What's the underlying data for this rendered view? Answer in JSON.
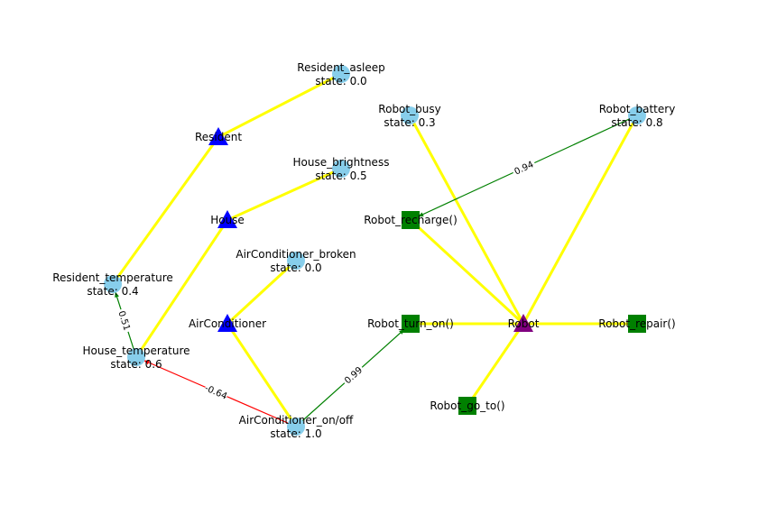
{
  "colors": {
    "state_node": "#87ceeb",
    "entity_node": "#0000ff",
    "robot_node": "#800080",
    "action_node": "#008000",
    "membership_edge": "#ffff00",
    "positive_edge": "#008000",
    "negative_edge": "#ff0000"
  },
  "nodes": [
    {
      "id": "resident_asleep",
      "kind": "state",
      "name": "Resident_asleep",
      "state": "state: 0.0"
    },
    {
      "id": "resident",
      "kind": "entity",
      "name": "Resident",
      "state": ""
    },
    {
      "id": "house_brightness",
      "kind": "state",
      "name": "House_brightness",
      "state": "state: 0.5"
    },
    {
      "id": "house",
      "kind": "entity",
      "name": "House",
      "state": ""
    },
    {
      "id": "ac_broken",
      "kind": "state",
      "name": "AirConditioner_broken",
      "state": "state: 0.0"
    },
    {
      "id": "airconditioner",
      "kind": "entity",
      "name": "AirConditioner",
      "state": ""
    },
    {
      "id": "resident_temperature",
      "kind": "state",
      "name": "Resident_temperature",
      "state": "state: 0.4"
    },
    {
      "id": "house_temperature",
      "kind": "state",
      "name": "House_temperature",
      "state": "state: 0.6"
    },
    {
      "id": "ac_onoff",
      "kind": "state",
      "name": "AirConditioner_on/off",
      "state": "state: 1.0"
    },
    {
      "id": "robot_busy",
      "kind": "state",
      "name": "Robot_busy",
      "state": "state: 0.3"
    },
    {
      "id": "robot_battery",
      "kind": "state",
      "name": "Robot_battery",
      "state": "state: 0.8"
    },
    {
      "id": "robot_recharge",
      "kind": "action",
      "name": "Robot_recharge()",
      "state": ""
    },
    {
      "id": "robot_turn_on",
      "kind": "action",
      "name": "Robot_turn_on()",
      "state": ""
    },
    {
      "id": "robot",
      "kind": "robot",
      "name": "Robot",
      "state": ""
    },
    {
      "id": "robot_repair",
      "kind": "action",
      "name": "Robot_repair()",
      "state": ""
    },
    {
      "id": "robot_go_to",
      "kind": "action",
      "name": "Robot_go_to()",
      "state": ""
    }
  ],
  "edges": [
    {
      "from": "resident",
      "to": "resident_asleep",
      "kind": "membership",
      "weight": ""
    },
    {
      "from": "resident",
      "to": "resident_temperature",
      "kind": "membership",
      "weight": ""
    },
    {
      "from": "house",
      "to": "house_brightness",
      "kind": "membership",
      "weight": ""
    },
    {
      "from": "house",
      "to": "house_temperature",
      "kind": "membership",
      "weight": ""
    },
    {
      "from": "airconditioner",
      "to": "ac_broken",
      "kind": "membership",
      "weight": ""
    },
    {
      "from": "airconditioner",
      "to": "ac_onoff",
      "kind": "membership",
      "weight": ""
    },
    {
      "from": "robot",
      "to": "robot_busy",
      "kind": "membership",
      "weight": ""
    },
    {
      "from": "robot",
      "to": "robot_battery",
      "kind": "membership",
      "weight": ""
    },
    {
      "from": "robot",
      "to": "robot_recharge",
      "kind": "membership",
      "weight": ""
    },
    {
      "from": "robot",
      "to": "robot_turn_on",
      "kind": "membership",
      "weight": ""
    },
    {
      "from": "robot",
      "to": "robot_repair",
      "kind": "membership",
      "weight": ""
    },
    {
      "from": "robot",
      "to": "robot_go_to",
      "kind": "membership",
      "weight": ""
    },
    {
      "from": "robot_battery",
      "to": "robot_recharge",
      "kind": "positive",
      "weight": "0.94"
    },
    {
      "from": "ac_onoff",
      "to": "robot_turn_on",
      "kind": "positive",
      "weight": "0.99"
    },
    {
      "from": "house_temperature",
      "to": "resident_temperature",
      "kind": "positive",
      "weight": "0.51"
    },
    {
      "from": "ac_onoff",
      "to": "house_temperature",
      "kind": "negative",
      "weight": "-0.64"
    }
  ]
}
